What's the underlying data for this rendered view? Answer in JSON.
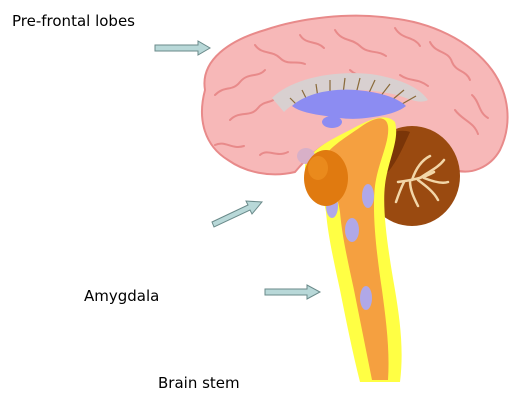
{
  "labels": {
    "prefrontal": "Pre-frontal lobes",
    "amygdala": "Amygdala",
    "brainstem": "Brain stem"
  },
  "colors": {
    "cortex_fill": "#f7b8b8",
    "cortex_folds": "#e88a8a",
    "cerebellum": "#9a4a10",
    "brainstem_outer": "#ffff44",
    "brainstem_inner": "#f5a040",
    "amygdala": "#e07a10",
    "ventricle": "#8c8cf2",
    "arrow_fill": "#b8d8d8",
    "arrow_stroke": "#6a8a8a"
  },
  "icons": [
    "arrow-right-icon",
    "arrow-up-right-icon"
  ]
}
